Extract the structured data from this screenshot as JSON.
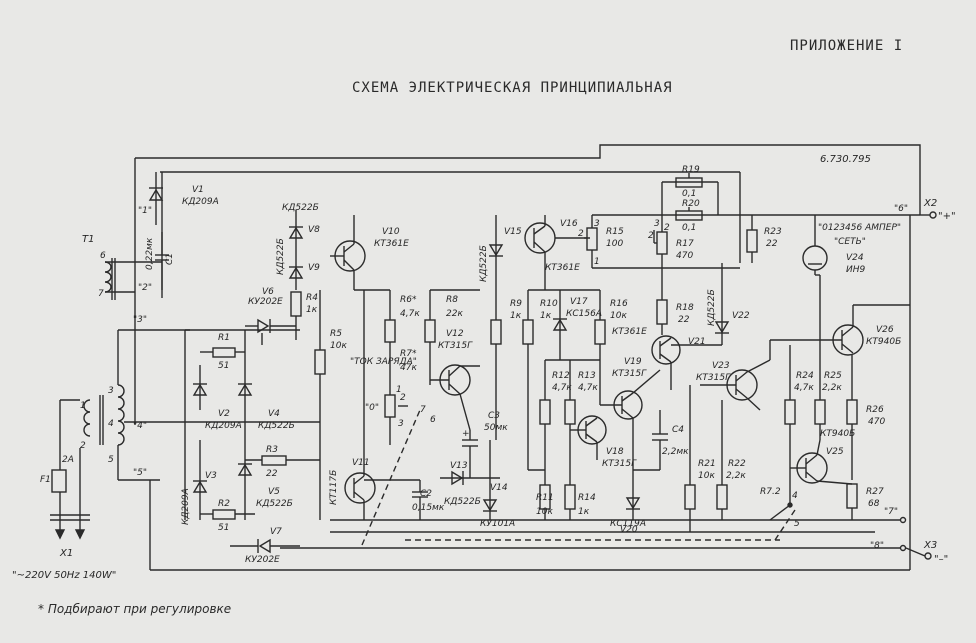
{
  "header": {
    "appendix": "ПРИЛОЖЕНИЕ I",
    "title": "СХЕМА ЭЛЕКТРИЧЕСКАЯ ПРИНЦИПИАЛЬНАЯ",
    "drawing_number": "6.730.795"
  },
  "footnote": "* Подбирают при регулировке",
  "transformer": {
    "ref": "T1",
    "pins": [
      "1",
      "2",
      "3",
      "4",
      "5",
      "6",
      "7"
    ],
    "taps": [
      "\"1\"",
      "\"2\"",
      "\"3\"",
      "\"4\"",
      "\"5\""
    ]
  },
  "mains": {
    "fuse_ref": "F1",
    "fuse_rating": "2A",
    "connector": "X1",
    "rating": "\"~220V 50Hz 140W\""
  },
  "capacitors": {
    "c1": {
      "ref": "C1",
      "value": "0,22мк"
    },
    "c2": {
      "ref": "C2",
      "value": "0,15мк"
    },
    "c3": {
      "ref": "C3",
      "value": "50мк"
    },
    "c4": {
      "ref": "C4",
      "value": "2,2мк"
    }
  },
  "diodes": {
    "v1": {
      "ref": "V1",
      "type": "КД209А"
    },
    "v2": {
      "ref": "V2",
      "type": "КД209А"
    },
    "v3": {
      "ref": "V3",
      "type": "КД209А"
    },
    "v4": {
      "ref": "V4",
      "type": "КД522Б"
    },
    "v5": {
      "ref": "V5",
      "type": "КД522Б"
    },
    "v6": {
      "ref": "V6",
      "type": "КУ202Е"
    },
    "v7": {
      "ref": "V7",
      "type": "КУ202Е"
    },
    "v8": {
      "ref": "V8",
      "type": "КД522Б"
    },
    "v9": {
      "ref": "V9",
      "type": "КД522Б"
    },
    "v13": {
      "ref": "V13",
      "type": "КД522Б"
    },
    "v14": {
      "ref": "V14",
      "type": "КУ101А"
    },
    "v15": {
      "ref": "V15",
      "type": "КД522Б"
    },
    "v17": {
      "ref": "V17",
      "type": "КС156А"
    },
    "v20": {
      "ref": "V20",
      "type": "КС119А"
    },
    "v22": {
      "ref": "V22",
      "type": "КД522Б"
    }
  },
  "transistors": {
    "v10": {
      "ref": "V10",
      "type": "КТ361Е"
    },
    "v11": {
      "ref": "V11",
      "type": "КТ117Б"
    },
    "v12": {
      "ref": "V12",
      "type": "КТ315Г"
    },
    "v16": {
      "ref": "V16",
      "type": "КТ361Е"
    },
    "v16b": {
      "type": "КТ361Е"
    },
    "v18": {
      "ref": "V18",
      "type": "КТ315Г"
    },
    "v19": {
      "ref": "V19",
      "type": "КТ315Г"
    },
    "v21": {
      "ref": "V21"
    },
    "v23": {
      "ref": "V23",
      "type": "КТ315Г"
    },
    "v25": {
      "ref": "V25",
      "type": "КТ940Б"
    },
    "v26": {
      "ref": "V26",
      "type": "КТ940Б"
    }
  },
  "resistors": {
    "r1": {
      "ref": "R1",
      "value": "51"
    },
    "r2": {
      "ref": "R2",
      "value": "51"
    },
    "r3": {
      "ref": "R3",
      "value": "22"
    },
    "r4": {
      "ref": "R4",
      "value": "1к"
    },
    "r5": {
      "ref": "R5",
      "value": "10к"
    },
    "r6": {
      "ref": "R6*",
      "value": "4,7к"
    },
    "r7": {
      "ref": "R7*",
      "value": "47к"
    },
    "r8": {
      "ref": "R8",
      "value": "22к"
    },
    "r9": {
      "ref": "R9",
      "value": "1к"
    },
    "r10": {
      "ref": "R10",
      "value": "1к"
    },
    "r11": {
      "ref": "R11",
      "value": "10к"
    },
    "r12": {
      "ref": "R12",
      "value": "4,7к"
    },
    "r13": {
      "ref": "R13",
      "value": "4,7к"
    },
    "r14": {
      "ref": "R14",
      "value": "1к"
    },
    "r15": {
      "ref": "R15",
      "value": "100"
    },
    "r16": {
      "ref": "R16",
      "value": "10к"
    },
    "r17": {
      "ref": "R17",
      "value": "470"
    },
    "r18": {
      "ref": "R18",
      "value": "22"
    },
    "r19": {
      "ref": "R19",
      "value": "0,1"
    },
    "r20": {
      "ref": "R20",
      "value": "0,1"
    },
    "r21": {
      "ref": "R21",
      "value": "10к"
    },
    "r22": {
      "ref": "R22",
      "value": "2,2к"
    },
    "r23": {
      "ref": "R23",
      "value": "22"
    },
    "r24": {
      "ref": "R24",
      "value": "4,7к"
    },
    "r25": {
      "ref": "R25",
      "value": "2,2к"
    },
    "r26": {
      "ref": "R26",
      "value": "470"
    },
    "r27": {
      "ref": "R27",
      "value": "68"
    }
  },
  "potentiometer": {
    "label": "\"ТОК ЗАРЯДА\"",
    "zero": "\"0\"",
    "pins": [
      "1",
      "2",
      "3",
      "7",
      "6"
    ]
  },
  "relay": {
    "ref": "R7.2",
    "pins": [
      "4",
      "5"
    ]
  },
  "indicator": {
    "ref": "V24",
    "type": "ИН9",
    "caption1": "\"0123456 АМПЕР\"",
    "caption2": "\"СЕТЬ\""
  },
  "outputs": {
    "x2": {
      "ref": "X2",
      "sign": "\"+\""
    },
    "x3": {
      "ref": "X3",
      "sign": "\"–\""
    },
    "pin6": "\"6\"",
    "pin7": "\"7\"",
    "pin8": "\"8\""
  },
  "pot_pins": {
    "r15": [
      "3",
      "1"
    ],
    "r17": [
      "2",
      "2"
    ],
    "r15_wiper": "2",
    "r17_top": "3"
  }
}
